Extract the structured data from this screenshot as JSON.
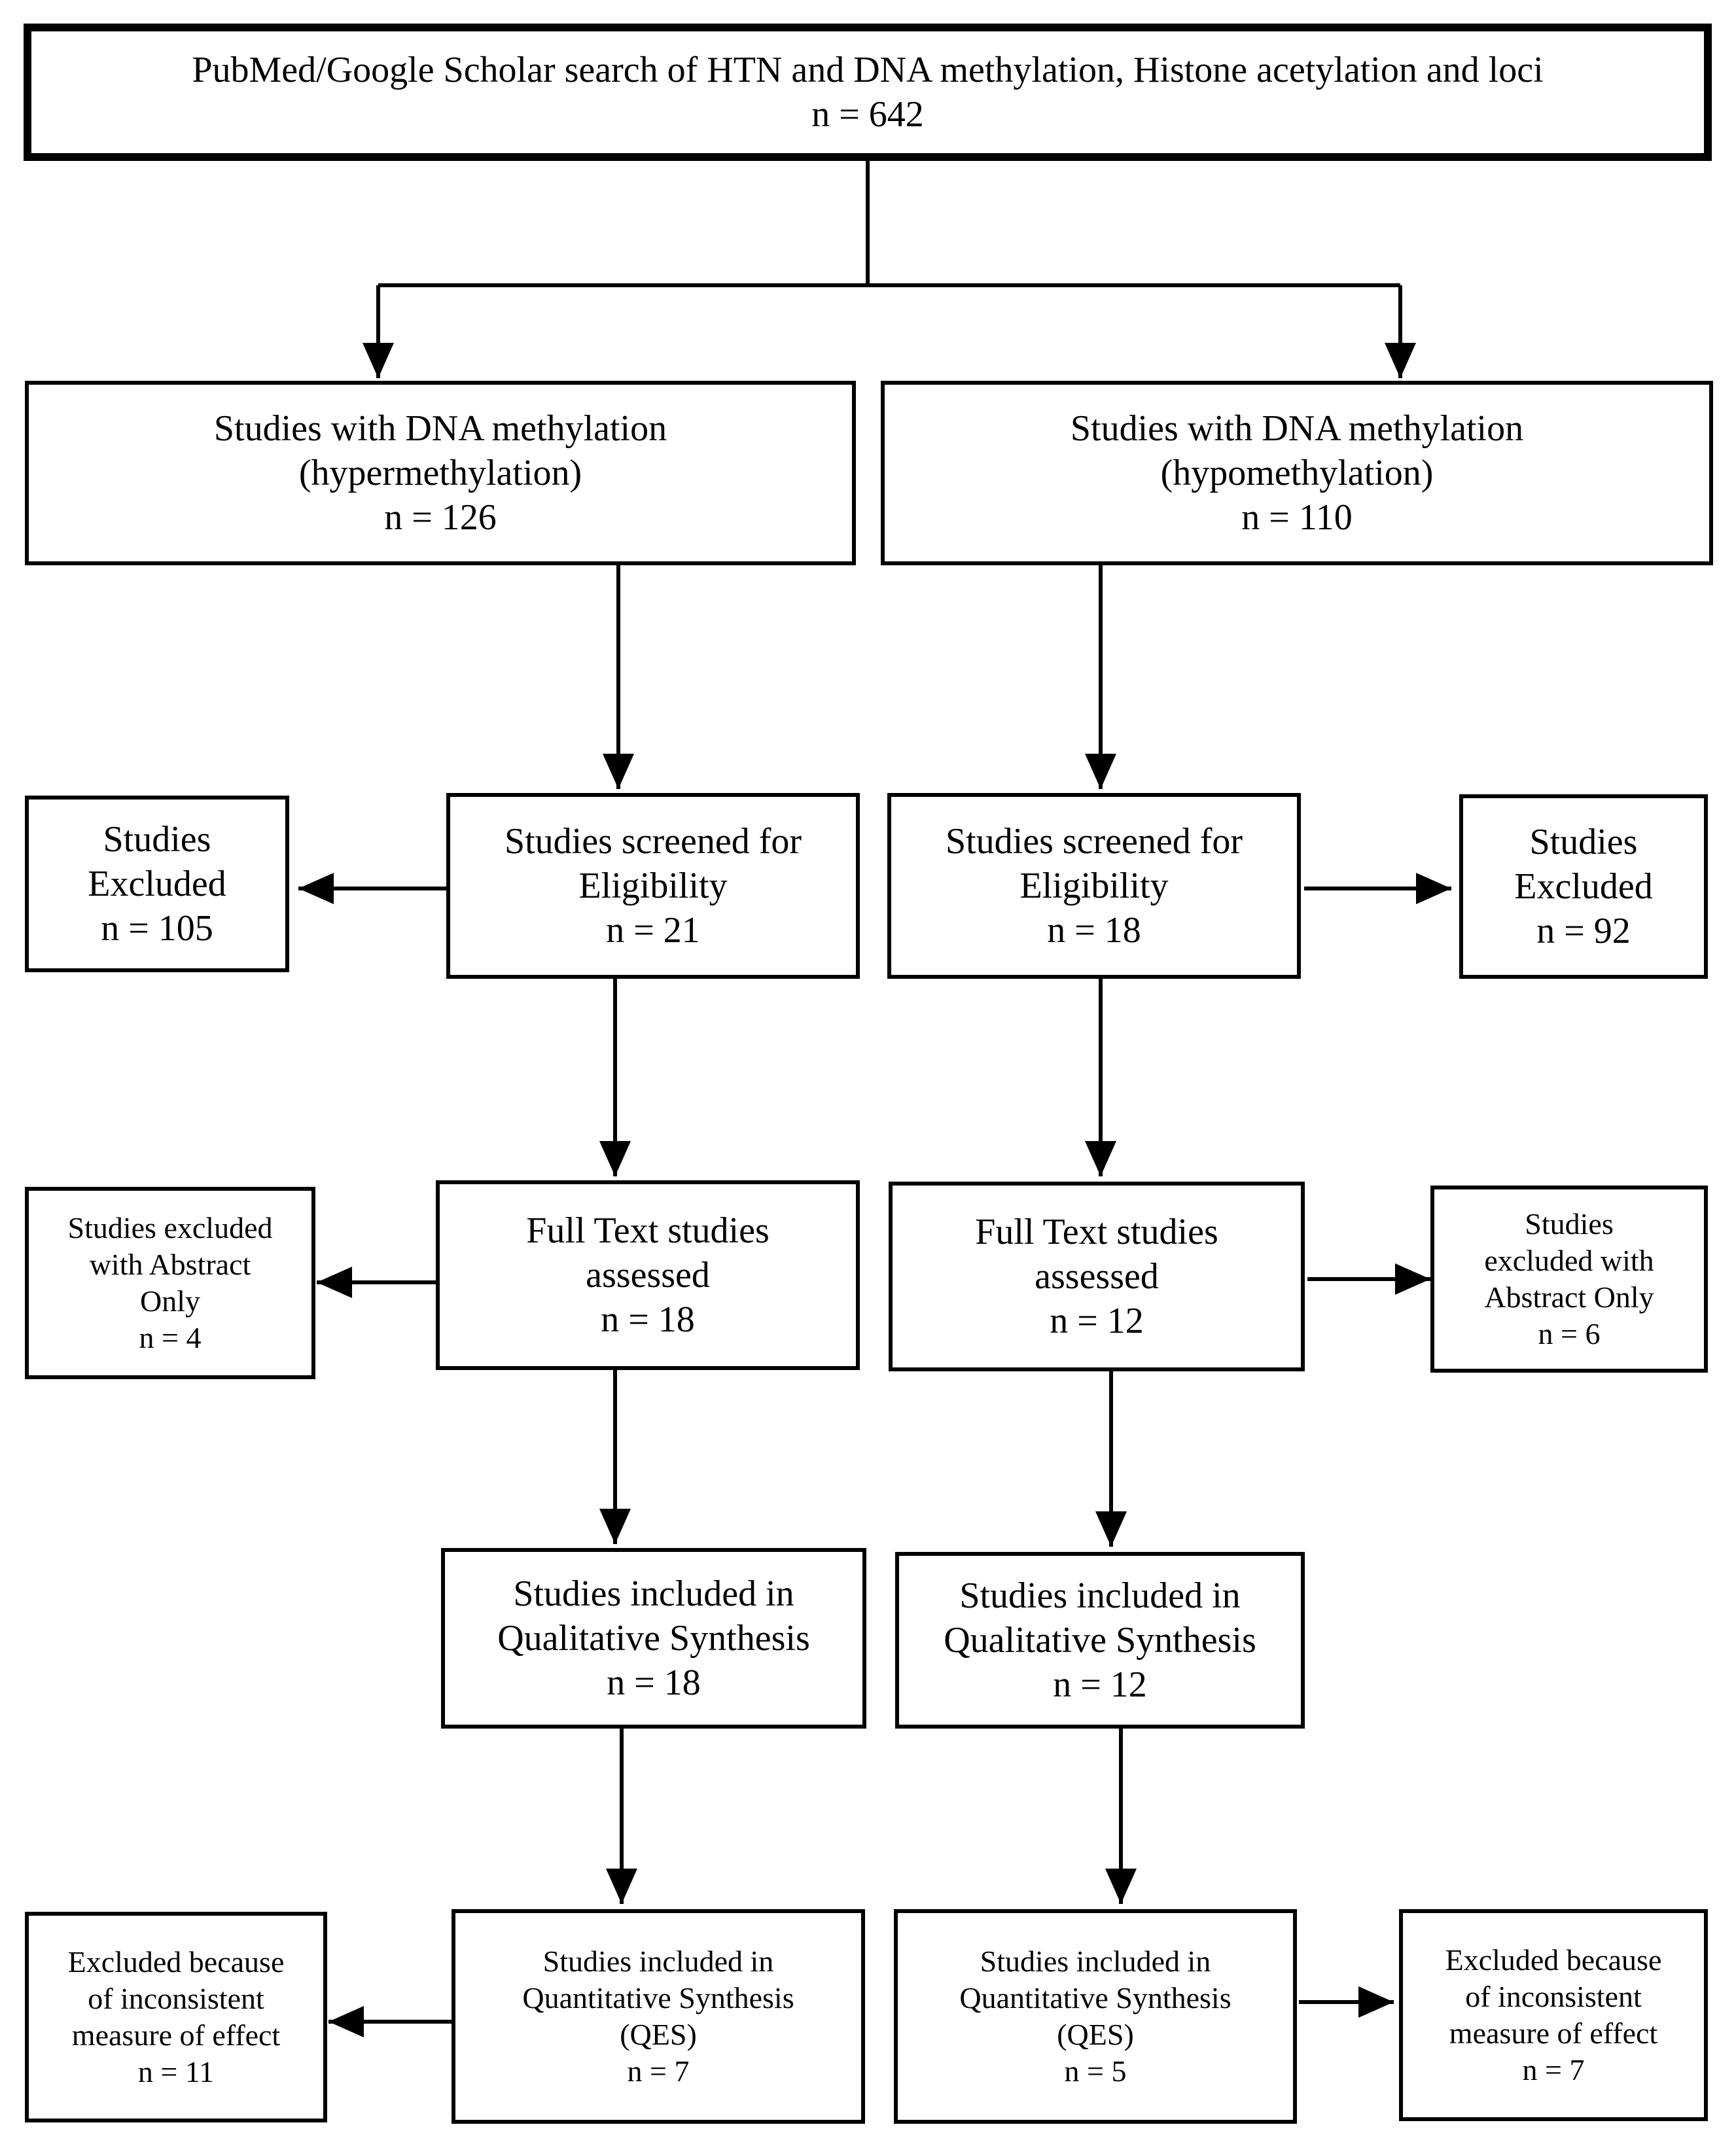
{
  "top": {
    "lines": [
      "PubMed/Google Scholar search of HTN and DNA methylation, Histone acetylation and loci",
      "n = 642"
    ]
  },
  "left_column": {
    "methylation": {
      "lines": [
        "Studies with DNA methylation",
        "(hypermethylation)",
        "n = 126"
      ]
    },
    "screened": {
      "lines": [
        "Studies screened for",
        "Eligibility",
        "n = 21"
      ]
    },
    "excluded": {
      "lines": [
        "Studies",
        "Excluded",
        "n = 105"
      ]
    },
    "full_text": {
      "lines": [
        "Full Text studies",
        "assessed",
        "n = 18"
      ]
    },
    "excluded_abstract": {
      "lines": [
        "Studies excluded",
        "with Abstract",
        "Only",
        "n = 4"
      ]
    },
    "qualitative": {
      "lines": [
        "Studies included in",
        "Qualitative Synthesis",
        "n = 18"
      ]
    },
    "quantitative": {
      "lines": [
        "Studies included in",
        "Quantitative Synthesis",
        "(QES)",
        "n = 7"
      ]
    },
    "excluded_effect": {
      "lines": [
        "Excluded because",
        "of inconsistent",
        "measure of effect",
        "n = 11"
      ]
    }
  },
  "right_column": {
    "methylation": {
      "lines": [
        "Studies with DNA methylation",
        "(hypomethylation)",
        "n = 110"
      ]
    },
    "screened": {
      "lines": [
        "Studies screened for",
        "Eligibility",
        "n = 18"
      ]
    },
    "excluded": {
      "lines": [
        "Studies",
        "Excluded",
        "n = 92"
      ]
    },
    "full_text": {
      "lines": [
        "Full Text studies",
        "assessed",
        "n = 12"
      ]
    },
    "excluded_abstract": {
      "lines": [
        "Studies",
        "excluded with",
        "Abstract Only",
        "n = 6"
      ]
    },
    "qualitative": {
      "lines": [
        "Studies included in",
        "Qualitative Synthesis",
        "n = 12"
      ]
    },
    "quantitative": {
      "lines": [
        "Studies included in",
        "Quantitative Synthesis",
        "(QES)",
        "n = 5"
      ]
    },
    "excluded_effect": {
      "lines": [
        "Excluded because",
        "of inconsistent",
        "measure of effect",
        "n = 7"
      ]
    }
  }
}
